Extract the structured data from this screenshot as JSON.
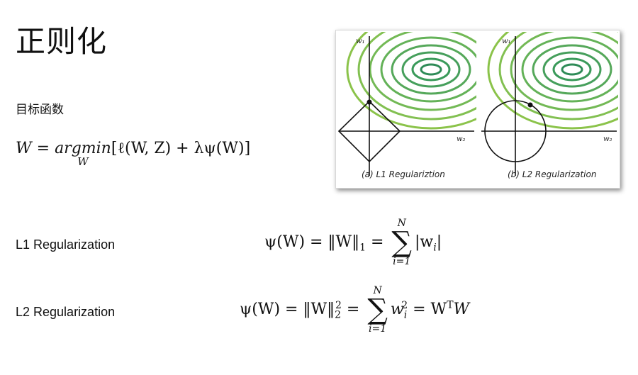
{
  "title": "正则化",
  "subtitle": "目标函数",
  "objective": {
    "lhs": "W",
    "eq": "=",
    "func": "argmin",
    "under": "W",
    "body": "[ℓ(W, Z) + λψ(W)]"
  },
  "l1": {
    "label": "L1 Regularization",
    "lhs": "ψ(W) = ‖W‖",
    "norm_sub": "1",
    "eq": " = ",
    "sum_top": "N",
    "sum_bot": "i=1",
    "term": "|w",
    "term_sub": "i",
    "term_end": "|"
  },
  "l2": {
    "label": "L2 Regularization",
    "lhs": "ψ(W) = ‖W‖",
    "norm_sup": "2",
    "norm_sub": "2",
    "eq": " = ",
    "sum_top": "N",
    "sum_bot": "i=1",
    "term": "w",
    "term_sup": "2",
    "term_sub": "i",
    "rhs": " = W",
    "rhs_sup": "T",
    "rhs_end": "W"
  },
  "figure": {
    "panel_a_caption": "(a) L1 Regulariztion",
    "panel_b_caption": "(b) L2 Regularization",
    "axis_w1": "w₁",
    "axis_w2": "w₂",
    "contour_colors": [
      "#2e8b57",
      "#8bc34a"
    ]
  }
}
